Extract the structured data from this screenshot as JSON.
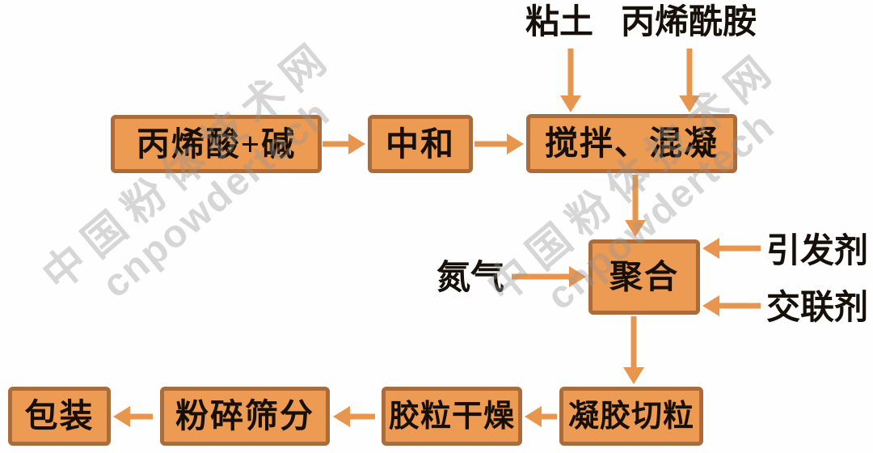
{
  "colors": {
    "box_fill": "#ED9A52",
    "box_border": "#AA6C3A",
    "arrow": "#E8954E",
    "text": "#171008",
    "background": "#FEFEFE",
    "watermark": "#C9C9C9"
  },
  "nodes": {
    "clay": "粘土",
    "acrylamide": "丙烯酰胺",
    "nitrogen": "氮气",
    "initiator": "引发剂",
    "crosslinker": "交联剂",
    "acrylic_alkali": "丙烯酸+碱",
    "neutralize": "中和",
    "stir": "搅拌、混凝",
    "polymerize": "聚合",
    "gel_cut": "凝胶切粒",
    "gel_dry": "胶粒干燥",
    "crush_sieve": "粉碎筛分",
    "pack": "包装"
  },
  "edges": [
    [
      "clay",
      "stir"
    ],
    [
      "acrylamide",
      "stir"
    ],
    [
      "acrylic_alkali",
      "neutralize"
    ],
    [
      "neutralize",
      "stir"
    ],
    [
      "stir",
      "polymerize"
    ],
    [
      "nitrogen",
      "polymerize"
    ],
    [
      "initiator",
      "polymerize"
    ],
    [
      "crosslinker",
      "polymerize"
    ],
    [
      "polymerize",
      "gel_cut"
    ],
    [
      "gel_cut",
      "gel_dry"
    ],
    [
      "gel_dry",
      "crush_sieve"
    ],
    [
      "crush_sieve",
      "pack"
    ]
  ],
  "watermark": {
    "cn": "中国粉体技术网",
    "en": "cnpowdertech"
  }
}
